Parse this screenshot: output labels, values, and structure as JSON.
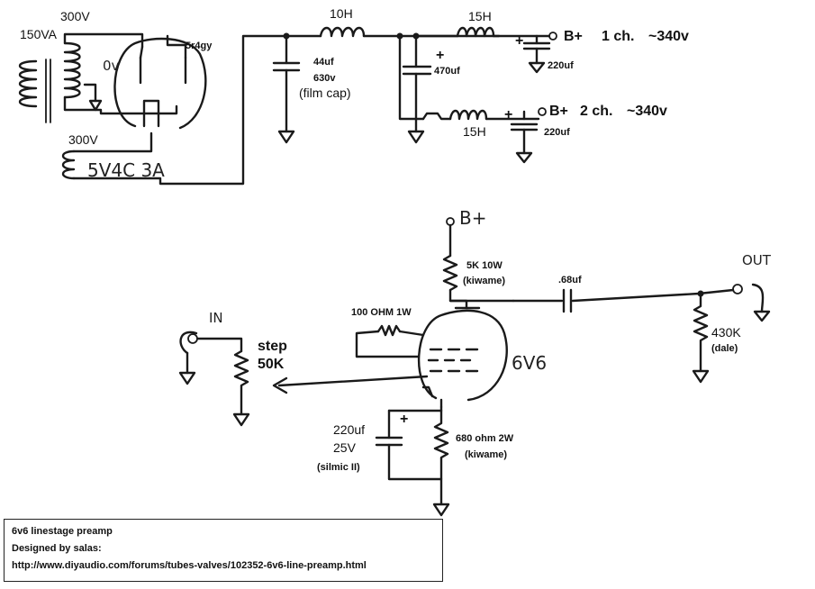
{
  "power_supply": {
    "transformer_rating": "150VA",
    "secondary_top": "300V",
    "secondary_bottom": "300V",
    "heater_tap": "0v",
    "rectifier_tube": "5r4gy",
    "heater_winding": "5V4C 3A",
    "choke1": "10H",
    "cap1_value": "44uf",
    "cap1_voltage": "630v",
    "cap1_type": "(film cap)",
    "cap2_value": "470uf",
    "choke_ch1": "15H",
    "cap_ch1": "220uf",
    "output_ch1": "B+",
    "output_ch1_label": "1 ch.",
    "output_ch1_voltage": "~340v",
    "choke_ch2": "15H",
    "cap_ch2": "220uf",
    "output_ch2": "B+",
    "output_ch2_label": "2 ch.",
    "output_ch2_voltage": "~340v"
  },
  "preamp": {
    "supply": "B+",
    "plate_resistor": "5K 10W",
    "plate_resistor_brand": "(kiwame)",
    "coupling_cap": ".68uf",
    "output_label": "OUT",
    "output_resistor": "430K",
    "output_resistor_brand": "(dale)",
    "grid_stopper": "100 OHM  1W",
    "tube": "6V6",
    "input_label": "IN",
    "volume_pot_1": "step",
    "volume_pot_2": "50K",
    "cathode_cap_value": "220uf",
    "cathode_cap_voltage": "25V",
    "cathode_cap_type": "(silmic II)",
    "cathode_resistor": "680 ohm  2W",
    "cathode_resistor_brand": "(kiwame)"
  },
  "info": {
    "title": "6v6 linestage preamp",
    "author": "Designed by salas:",
    "url": "http://www.diyaudio.com/forums/tubes-valves/102352-6v6-line-preamp.html"
  }
}
